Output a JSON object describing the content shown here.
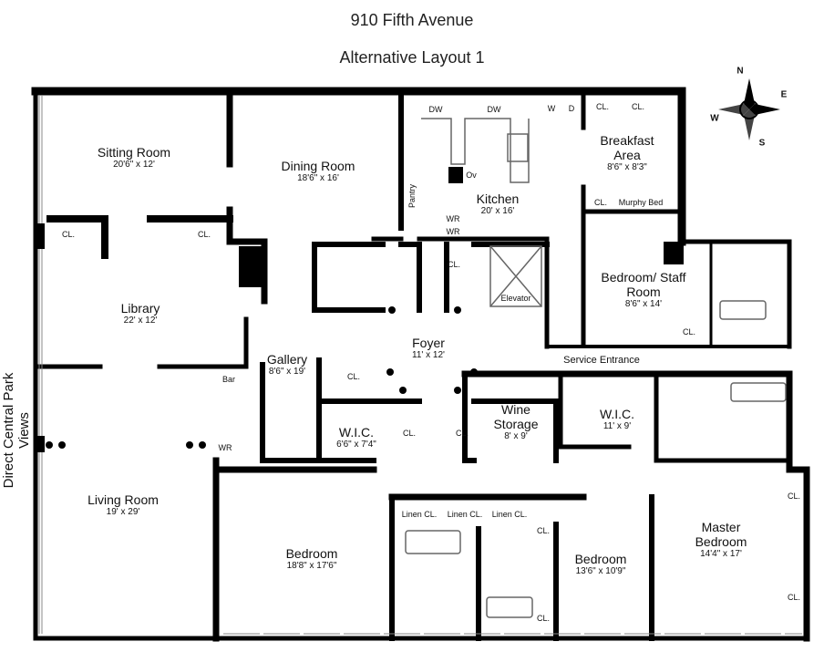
{
  "header": {
    "title": "910 Fifth Avenue",
    "subtitle": "Alternative Layout 1"
  },
  "side_label": "Direct Central Park Views",
  "compass": {
    "n": "N",
    "e": "E",
    "s": "S",
    "w": "W"
  },
  "rooms": {
    "sitting": {
      "name": "Sitting Room",
      "dim": "20'6\" x 12'"
    },
    "dining": {
      "name": "Dining Room",
      "dim": "18'6\" x 16'"
    },
    "kitchen": {
      "name": "Kitchen",
      "dim": "20' x 16'"
    },
    "breakfast": {
      "name": "Breakfast Area",
      "dim": "8'6\" x 8'3\""
    },
    "library": {
      "name": "Library",
      "dim": "22' x 12'"
    },
    "staff": {
      "name": "Bedroom/ Staff Room",
      "dim": "8'6\" x 14'"
    },
    "gallery": {
      "name": "Gallery",
      "dim": "8'6\" x 19'"
    },
    "foyer": {
      "name": "Foyer",
      "dim": "11' x 12'"
    },
    "wic1": {
      "name": "W.I.C.",
      "dim": "6'6\" x 7'4\""
    },
    "wine": {
      "name": "Wine Storage",
      "dim": "8' x 9'"
    },
    "wic2": {
      "name": "W.I.C.",
      "dim": "11' x 9'"
    },
    "living": {
      "name": "Living Room",
      "dim": "19' x 29'"
    },
    "bedroom1": {
      "name": "Bedroom",
      "dim": "18'8\" x 17'6\""
    },
    "bedroom2": {
      "name": "Bedroom",
      "dim": "13'6\" x 10'9\""
    },
    "master": {
      "name": "Master Bedroom",
      "dim": "14'4\" x 17'"
    }
  },
  "fixtures": {
    "dw": "DW",
    "w": "W",
    "d": "D",
    "ov": "Ov",
    "pantry": "Pantry",
    "wr": "WR",
    "cl": "CL.",
    "murphy": "Murphy Bed",
    "elevator": "Elevator",
    "bar": "Bar",
    "linen": "Linen CL.",
    "service": "Service Entrance"
  }
}
